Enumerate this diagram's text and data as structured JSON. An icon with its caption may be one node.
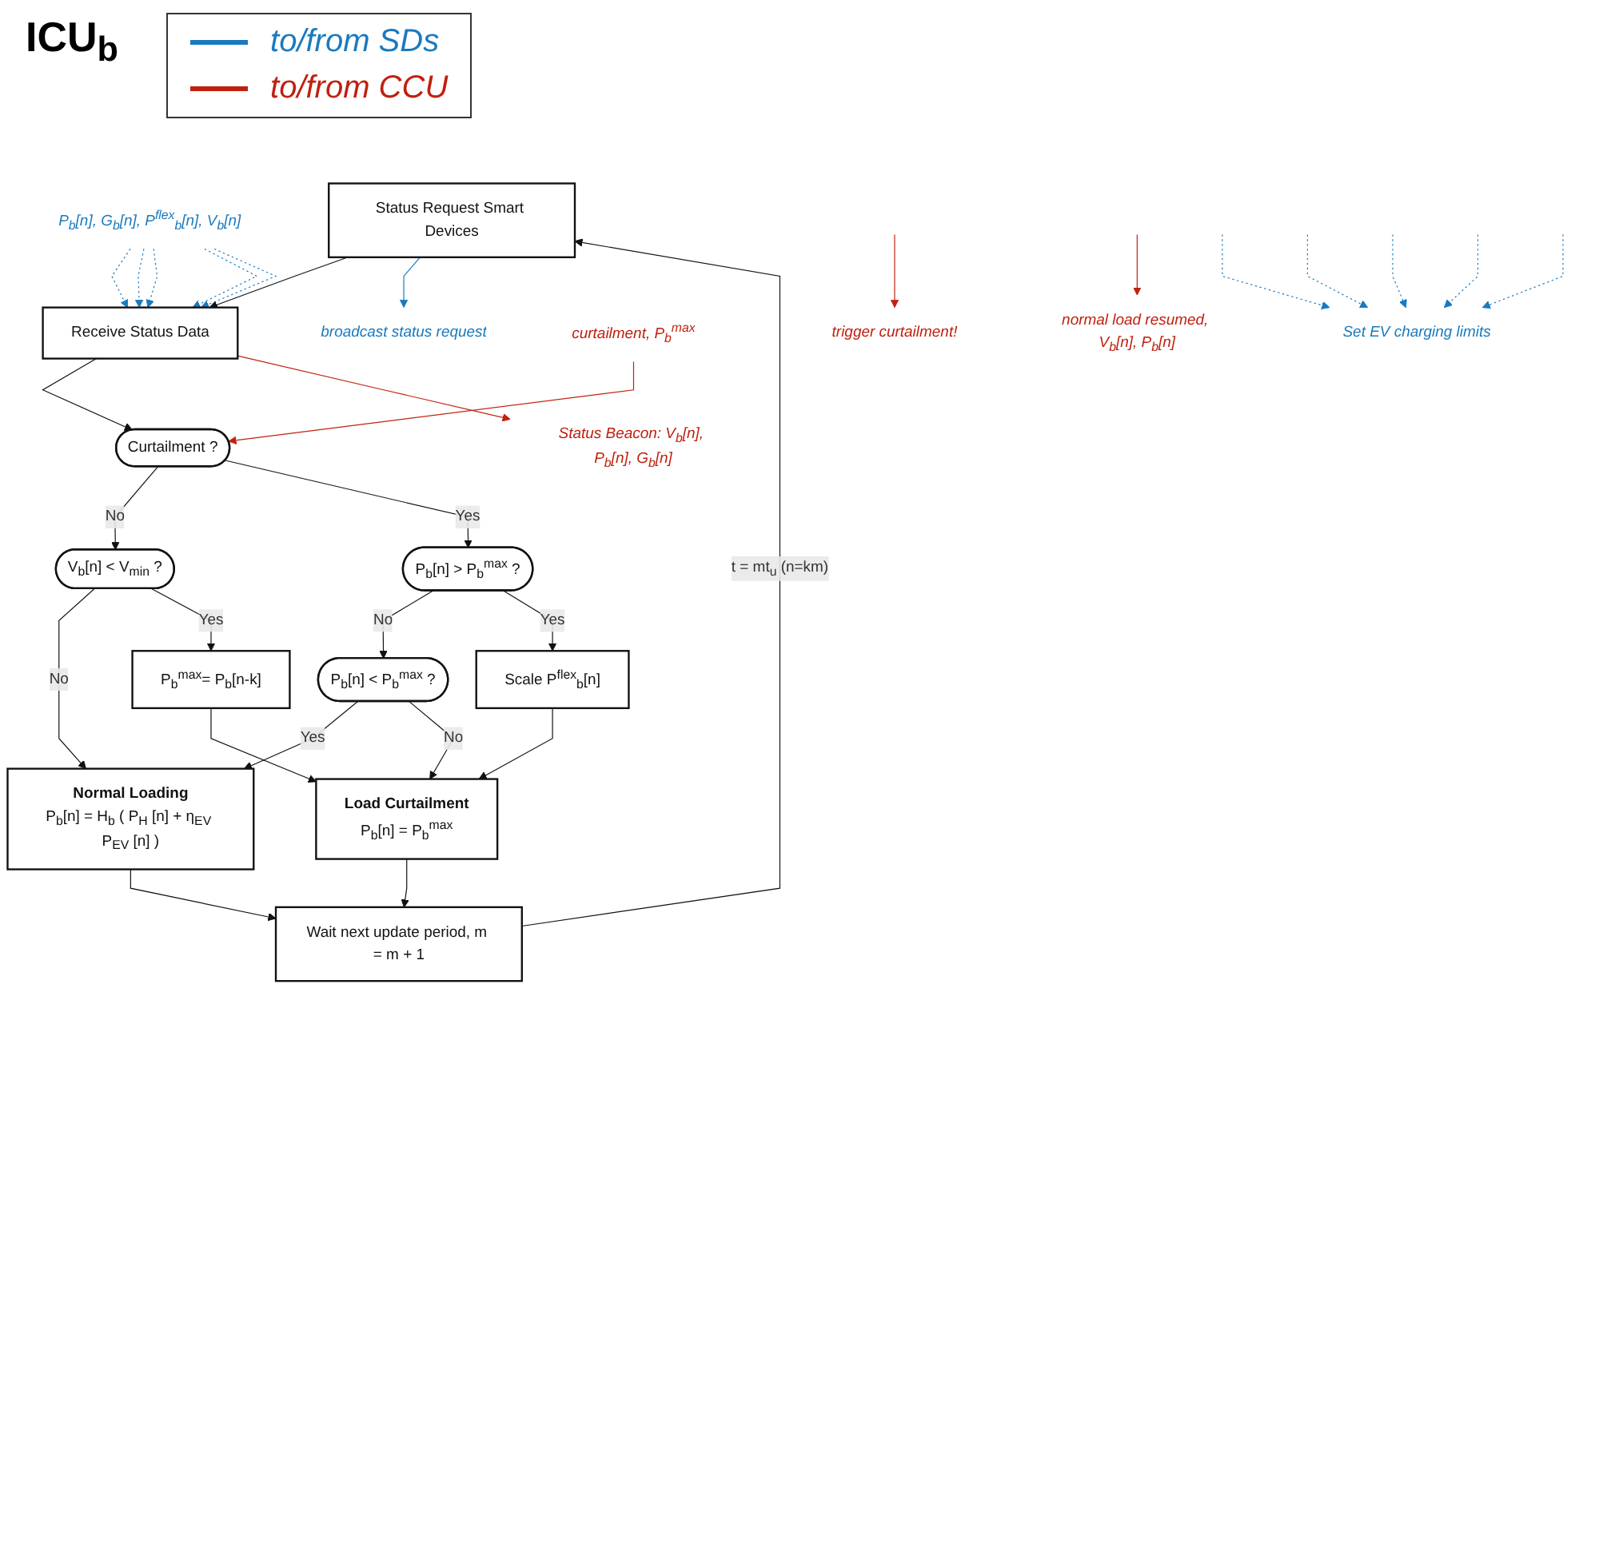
{
  "diagram": {
    "title": "ICU$_{b}$",
    "nodes": [
      {
        "text": [
          "Status Request Smart Devices"
        ]
      },
      {
        "text": [
          "Receive Status Data"
        ]
      },
      {
        "text": [
          "Curtailment ?"
        ]
      },
      {
        "text": [
          "V$_{b}$[n] < V$_{min}$ ?"
        ]
      },
      {
        "text": [
          "P$_{b}$[n] > P$_{b}$$^{max}$ ?"
        ]
      },
      {
        "text": [
          "P$_{b}$[n] < P$_{b}$$^{max}$ ?"
        ]
      },
      {
        "text": [
          "P$_{b}$$^{max}$= P$_{b}$[n-k]"
        ]
      },
      {
        "text": [
          "Scale P$^{flex}$$_{b}$[n]"
        ]
      },
      {
        "text": [
          "Normal Loading",
          "P$_{b}$[n] = H$_{b}$ ( P$_{H}$ [n] + η$_{EV}$ P$_{EV}$ [n] )"
        ]
      },
      {
        "text": [
          "Load Curtailment",
          "P$_{b}$[n] = P$_{b}$$^{max}$"
        ]
      },
      {
        "text": [
          "Wait next update period, m = m + 1"
        ]
      },
      {
        "text": [
          "broadcast status request"
        ]
      },
      {
        "text": [
          "P$_{b}$[n], G$_{b}$[n], P$^{flex}$$_{b}$[n], V$_{b}$[n]"
        ]
      },
      {
        "text": [
          "Status Beacon: V$_{b}$[n], P$_{b}$[n], G$_{b}$[n]"
        ]
      },
      {
        "text": [
          "curtailment, P$_{b}$$^{max}$"
        ]
      },
      {
        "text": [
          "trigger curtailment!"
        ]
      },
      {
        "text": [
          "normal load resumed, V$_{b}$[n], P$_{b}$[n]"
        ]
      },
      {
        "text": [
          "Set EV charging limits"
        ]
      }
    ],
    "edges": [
      {
        "from": 10,
        "to": 0,
        "arrow": "to",
        "label": "t = mt$_{u}$ (n=km)"
      },
      {
        "from": 0,
        "to": 1,
        "arrow": "to"
      },
      {
        "from": 1,
        "to": 2,
        "arrow": "to"
      },
      {
        "from": 2,
        "to": 3,
        "arrow": "to",
        "label": "No"
      },
      {
        "from": 2,
        "to": 4,
        "arrow": "to",
        "label": "Yes"
      },
      {
        "from": 3,
        "to": 8,
        "arrow": "to",
        "label": "No"
      },
      {
        "from": 3,
        "to": 6,
        "arrow": "to",
        "label": "Yes"
      },
      {
        "from": 4,
        "to": 5,
        "arrow": "to",
        "label": "No"
      },
      {
        "from": 4,
        "to": 7,
        "arrow": "to",
        "label": "Yes"
      },
      {
        "from": 5,
        "to": 8,
        "arrow": "to",
        "label": "Yes"
      },
      {
        "from": 5,
        "to": 9,
        "arrow": "to",
        "label": "No"
      },
      {
        "from": 6,
        "to": 9,
        "arrow": "to"
      },
      {
        "from": 7,
        "to": 9,
        "arrow": "to"
      },
      {
        "from": 8,
        "to": 10,
        "arrow": "to"
      },
      {
        "from": 9,
        "to": 10,
        "arrow": "to"
      },
      {
        "from": 0,
        "to": 11,
        "arrow": "to",
        "color": "#1a7abf"
      },
      {
        "from": 12,
        "to": 1,
        "arrow": "to",
        "style": "dashed",
        "color": "#1a7abf"
      },
      {
        "from": 12,
        "to": 1,
        "arrow": "to",
        "style": "dashed",
        "color": "#1a7abf"
      },
      {
        "from": 12,
        "to": 1,
        "arrow": "to",
        "style": "dashed",
        "color": "#1a7abf"
      },
      {
        "from": 12,
        "to": 1,
        "arrow": "to",
        "style": "dashed",
        "color": "#1a7abf"
      },
      {
        "from": 12,
        "to": 1,
        "arrow": "to",
        "style": "dashed",
        "color": "#1a7abf"
      },
      {
        "from": 1,
        "to": 13,
        "arrow": "to",
        "color": "#c0200f"
      },
      {
        "from": 14,
        "to": 2,
        "arrow": "to",
        "color": "#c0200f"
      },
      {
        "from": null,
        "to": 15,
        "arrow": "to",
        "color": "#c0200f"
      },
      {
        "from": null,
        "to": 16,
        "arrow": "to",
        "color": "#c0200f"
      },
      {
        "from": null,
        "to": 17,
        "arrow": "to",
        "style": "dashed",
        "color": "#1a7abf"
      },
      {
        "from": null,
        "to": 17,
        "arrow": "to",
        "style": "dashed",
        "color": "#1a7abf"
      },
      {
        "from": null,
        "to": 17,
        "arrow": "to",
        "style": "dashed",
        "color": "#1a7abf"
      },
      {
        "from": null,
        "to": 17,
        "arrow": "to",
        "style": "dashed",
        "color": "#1a7abf"
      },
      {
        "from": null,
        "to": 17,
        "arrow": "to",
        "style": "dashed",
        "color": "#1a7abf"
      }
    ],
    "legend": [
      {
        "text": "to/from SDs",
        "color": "#1a7abf"
      },
      {
        "text": "to/from CCU",
        "color": "#c0200f"
      }
    ]
  }
}
